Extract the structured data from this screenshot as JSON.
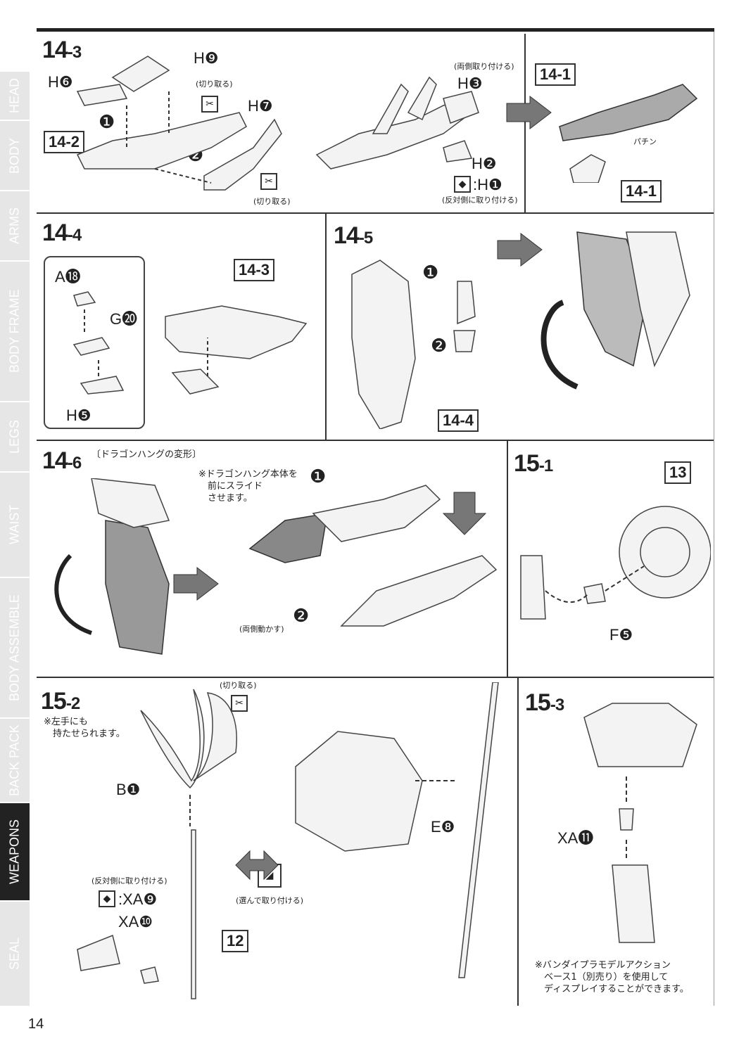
{
  "page_number": "14",
  "sidebar": {
    "tabs": [
      {
        "label": "HEAD"
      },
      {
        "label": "BODY"
      },
      {
        "label": "ARMS"
      },
      {
        "label": "BODY FRAME"
      },
      {
        "label": "LEGS"
      },
      {
        "label": "WAIST"
      },
      {
        "label": "BODY ASSEMBLE"
      },
      {
        "label": "BACK PACK"
      },
      {
        "label": "WEAPONS"
      },
      {
        "label": "SEAL"
      }
    ],
    "active": "WEAPONS"
  },
  "steps": {
    "s14_3": {
      "num": "14",
      "sub": "-3",
      "parts": [
        "H❻",
        "H❾",
        "H❼",
        "H❸",
        "H❷",
        ":H❶"
      ],
      "refs": [
        "14-2",
        "14-1",
        "14-1"
      ],
      "notes": {
        "cut1": "(切り取る)",
        "cut2": "(切り取る)",
        "both": "(両側取り付ける)",
        "opposite": "(反対側に取り付ける)",
        "click": "パチン"
      },
      "markers": [
        "❶",
        "❷"
      ]
    },
    "s14_4": {
      "num": "14",
      "sub": "-4",
      "parts": [
        "A⓲",
        "G⓴",
        "H❺"
      ],
      "refs": [
        "14-3"
      ]
    },
    "s14_5": {
      "num": "14",
      "sub": "-5",
      "refs": [
        "14-4"
      ],
      "markers": [
        "❶",
        "❷"
      ]
    },
    "s14_6": {
      "num": "14",
      "sub": "-6",
      "title": "〔ドラゴンハングの変形〕",
      "note": [
        "※ドラゴンハング本体を",
        "前にスライド",
        "させます。"
      ],
      "move_note": "(両側動かす)",
      "markers": [
        "❶",
        "❷"
      ]
    },
    "s15_1": {
      "num": "15",
      "sub": "-1",
      "parts": [
        "F❺"
      ],
      "refs": [
        "13"
      ]
    },
    "s15_2": {
      "num": "15",
      "sub": "-2",
      "note": [
        "※左手にも",
        "持たせられます。"
      ],
      "parts": [
        "B❶",
        "E❽",
        ":XA❾",
        "XA❿"
      ],
      "refs": [
        "12"
      ],
      "notes": {
        "cut": "(切り取る)",
        "opposite": "(反対側に取り付ける)",
        "choose": "(選んで取り付ける)"
      }
    },
    "s15_3": {
      "num": "15",
      "sub": "-3",
      "parts": [
        "XA⓫"
      ],
      "note": [
        "※バンダイプラモデルアクション",
        "ベース1（別売り）を使用して",
        "ディスプレイすることができます。"
      ]
    }
  }
}
